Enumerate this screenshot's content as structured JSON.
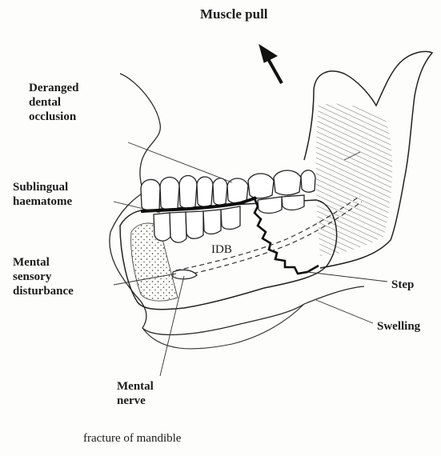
{
  "labels": {
    "muscle_pull": "Muscle pull",
    "deranged_occlusion": [
      "Deranged",
      "dental",
      "occlusion"
    ],
    "sublingual_haematome": [
      "Sublingual",
      "haematome"
    ],
    "mental_sensory": [
      "Mental",
      "sensory",
      "disturbance"
    ],
    "step": "Step",
    "swelling": "Swelling",
    "mental_nerve": [
      "Mental",
      "nerve"
    ],
    "idb": "IDB",
    "caption": "fracture of mandible"
  },
  "icons": {
    "arrow": "muscle-pull-arrow-icon"
  },
  "colors": {
    "ink": "#1b1b1b",
    "paper": "#fdfdfc",
    "fracture": "#0d0d0d"
  }
}
